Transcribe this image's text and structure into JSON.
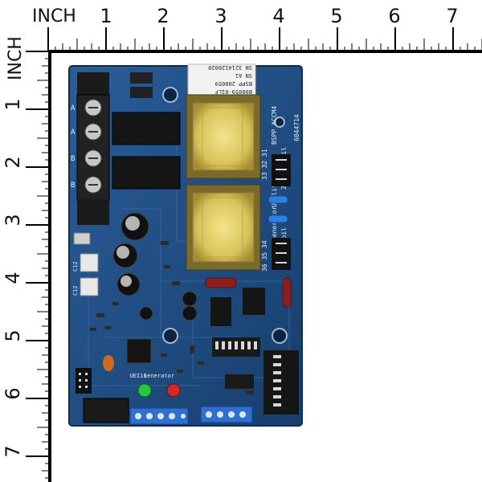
{
  "ruler": {
    "unit_label_top": "INCH",
    "unit_label_left": "INCH",
    "top_numbers": [
      "1",
      "2",
      "3",
      "4",
      "5",
      "6",
      "7"
    ],
    "left_numbers": [
      "1",
      "2",
      "3",
      "4",
      "5",
      "6",
      "7"
    ]
  },
  "board": {
    "sticker_lines": [
      "B08059-01LF",
      "BSPP 208059",
      "SN A1",
      "SN 3214126020"
    ],
    "model_text": "BSPP ACCM4",
    "coil_240_top": "240VAC Coil",
    "coil_240_bottom": "240VAC Coil",
    "utility_label": "Utility",
    "generator_label": "Generator",
    "top_pins": "33 32 31",
    "bottom_pins": "36 35 34",
    "terminal_labels": [
      "A",
      "A",
      "B",
      "B"
    ],
    "left_labels": [
      "C12",
      "C12"
    ],
    "led_label": "Generator",
    "board_number": "6044714",
    "bottom_left_code": "UEI11"
  },
  "colors": {
    "pcb": "#1f4e86",
    "relay": "#1a1a1a",
    "transformer_core": "#e8d36a",
    "terminal_blue": "#2f6fd0"
  }
}
